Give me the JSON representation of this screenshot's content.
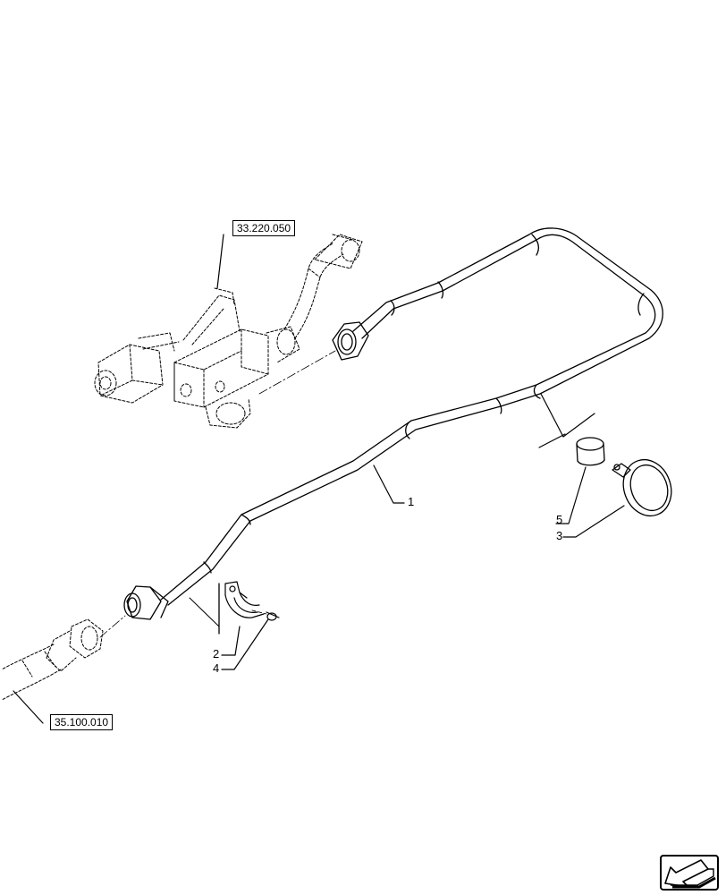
{
  "references": {
    "top": "33.220.050",
    "bottom": "35.100.010"
  },
  "callouts": [
    {
      "id": "1",
      "label": "1"
    },
    {
      "id": "2",
      "label": "2"
    },
    {
      "id": "3",
      "label": "3"
    },
    {
      "id": "4",
      "label": "4"
    },
    {
      "id": "5",
      "label": "5"
    }
  ],
  "icons": {
    "nav": "back-arrow-icon"
  }
}
